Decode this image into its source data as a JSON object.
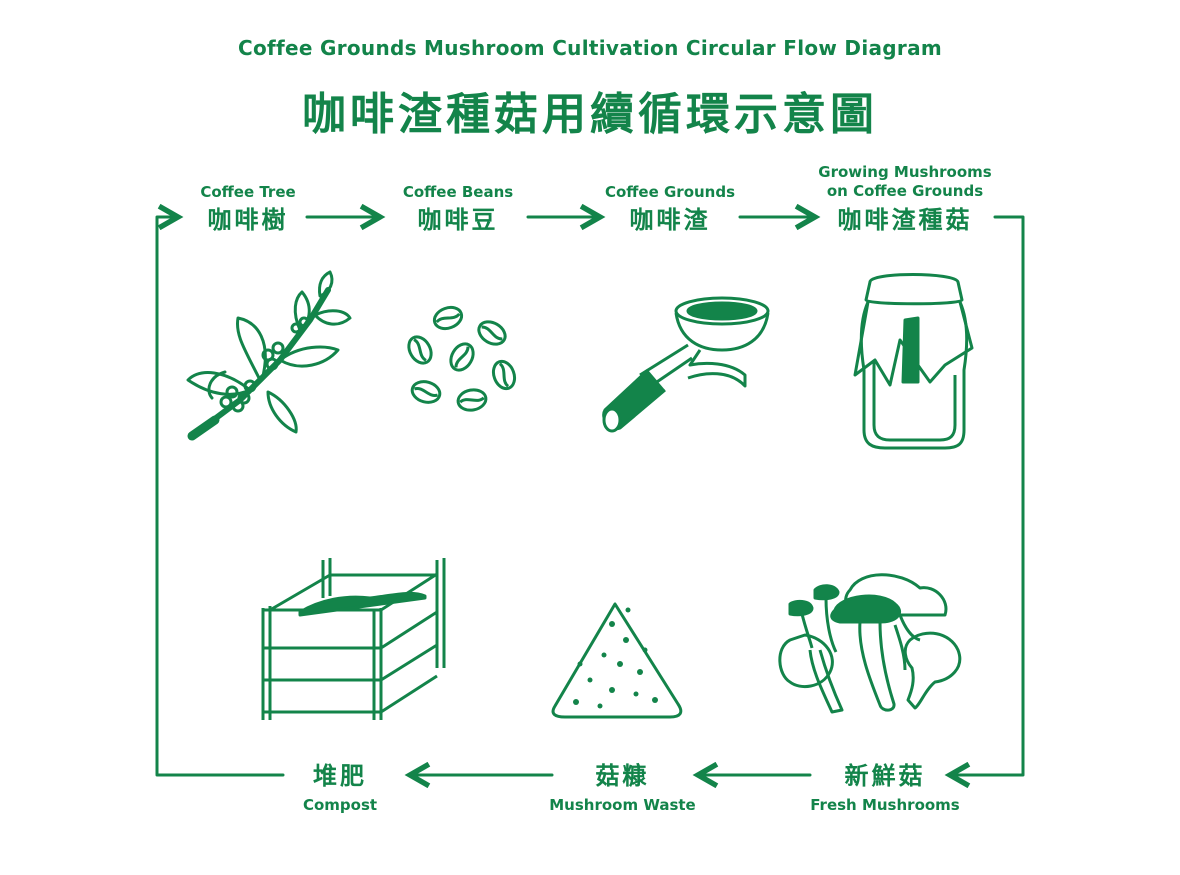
{
  "title": {
    "en": "Coffee Grounds Mushroom Cultivation Circular Flow Diagram",
    "zh": "咖啡渣種菇用續循環示意圖"
  },
  "stages": {
    "coffee_tree": {
      "en": "Coffee Tree",
      "zh": "咖啡樹",
      "icon": "coffee-branch-icon"
    },
    "coffee_beans": {
      "en": "Coffee Beans",
      "zh": "咖啡豆",
      "icon": "coffee-beans-icon"
    },
    "coffee_grounds": {
      "en": "Coffee Grounds",
      "zh": "咖啡渣",
      "icon": "portafilter-icon"
    },
    "growing_mushrooms": {
      "en_line1": "Growing Mushrooms",
      "en_line2": "on Coffee Grounds",
      "zh": "咖啡渣種菇",
      "icon": "mushroom-jar-icon"
    },
    "fresh_mushrooms": {
      "en": "Fresh Mushrooms",
      "zh": "新鮮菇",
      "icon": "fresh-mushrooms-icon"
    },
    "mushroom_waste": {
      "en": "Mushroom Waste",
      "zh": "菇糠",
      "icon": "waste-pile-icon"
    },
    "compost": {
      "en": "Compost",
      "zh": "堆肥",
      "icon": "compost-crate-icon"
    }
  },
  "colors": {
    "green": "#13844a",
    "background": "#ffffff"
  }
}
